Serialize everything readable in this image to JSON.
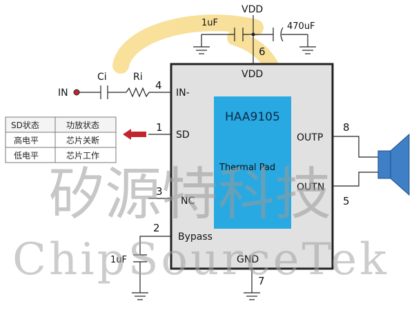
{
  "chip": {
    "name": "HAA9105",
    "thermal_pad": "Thermal Pad"
  },
  "pins": {
    "vdd": {
      "num": "6",
      "label": "VDD"
    },
    "in_neg": {
      "num": "4",
      "label": "IN-"
    },
    "sd": {
      "num": "1",
      "label": "SD"
    },
    "nc": {
      "num": "3",
      "label": "NC"
    },
    "bypass": {
      "num": "2",
      "label": "Bypass"
    },
    "gnd": {
      "num": "7",
      "label": "GND"
    },
    "outp": {
      "num": "8",
      "label": "OUTP"
    },
    "outn": {
      "num": "5",
      "label": "OUTN"
    }
  },
  "components": {
    "vdd_top": "VDD",
    "cap_1uf": "1uF",
    "cap_470uf": "470uF",
    "ci": "Ci",
    "ri": "Ri",
    "input": "IN",
    "bypass_cap": "1uF"
  },
  "sd_table": {
    "header": [
      "SD状态",
      "功放状态"
    ],
    "rows": [
      [
        "高电平",
        "芯片关断"
      ],
      [
        "低电平",
        "芯片工作"
      ]
    ]
  },
  "watermark": {
    "chinese": "矽源特科技",
    "english": "ChipSourceTek"
  },
  "colors": {
    "chip_body": "#e1e1e1",
    "thermal_pad": "#29a9e1",
    "speaker": "#3e7fc6",
    "arrow": "#c0262b",
    "logo": "#f3c33a"
  }
}
